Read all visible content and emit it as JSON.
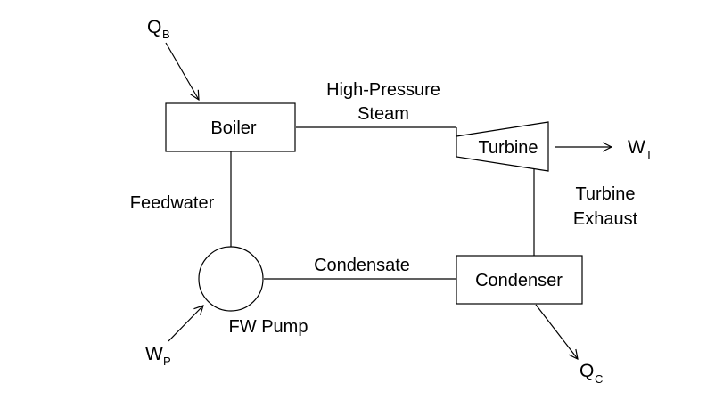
{
  "components": {
    "boiler": "Boiler",
    "turbine": "Turbine",
    "condenser": "Condenser",
    "pump": "FW Pump"
  },
  "streams": {
    "steam_line1": "High-Pressure",
    "steam_line2": "Steam",
    "exhaust_line1": "Turbine",
    "exhaust_line2": "Exhaust",
    "condensate": "Condensate",
    "feedwater": "Feedwater"
  },
  "energy": {
    "qb_main": "Q",
    "qb_sub": "B",
    "wt_main": "W",
    "wt_sub": "T",
    "wp_main": "W",
    "wp_sub": "P",
    "qc_main": "Q",
    "qc_sub": "C"
  }
}
